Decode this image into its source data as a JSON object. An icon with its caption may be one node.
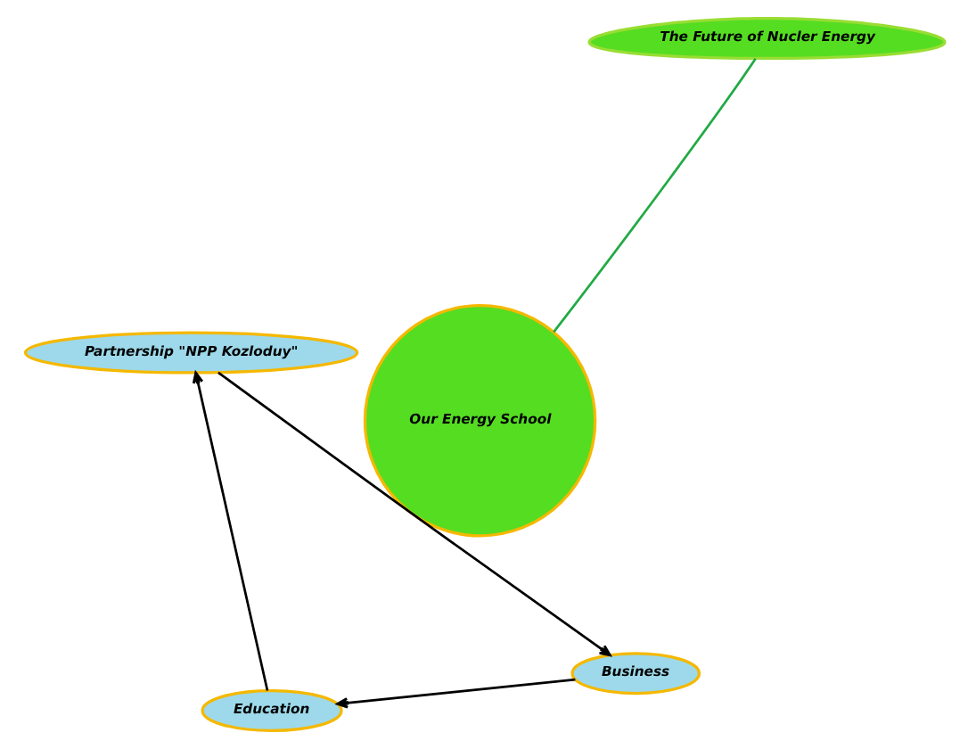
{
  "diagram": {
    "nodes": [
      {
        "text": [
          "Our Energy School"
        ]
      },
      {
        "text": [
          "Business"
        ]
      },
      {
        "text": [
          "Education"
        ]
      },
      {
        "text": [
          "Partnership \"NPP Kozloduy\""
        ]
      },
      {
        "text": [
          "The Future of Nucler Energy"
        ]
      }
    ],
    "edges": [
      {
        "from": 3,
        "to": 1,
        "arrow": "to"
      },
      {
        "from": 1,
        "to": 2,
        "arrow": "to"
      },
      {
        "from": 2,
        "to": 3,
        "arrow": "to"
      },
      {
        "from": 0,
        "to": 4,
        "arrow": "none",
        "color": "#22aa44"
      }
    ]
  }
}
